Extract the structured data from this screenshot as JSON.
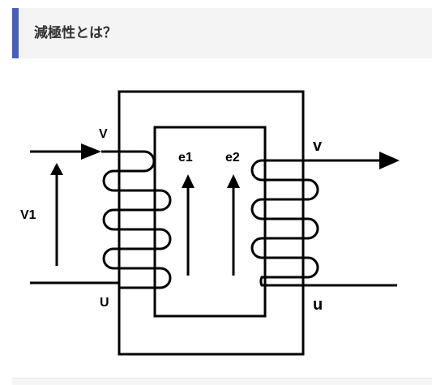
{
  "heading": {
    "title": "減極性とは？",
    "accent_color": "#4a5fb6"
  },
  "diagram": {
    "labels": {
      "primary_top": "V",
      "primary_bottom": "U",
      "primary_voltage": "V1",
      "emf1": "e1",
      "emf2": "e2",
      "secondary_top": "v",
      "secondary_bottom": "u"
    }
  }
}
